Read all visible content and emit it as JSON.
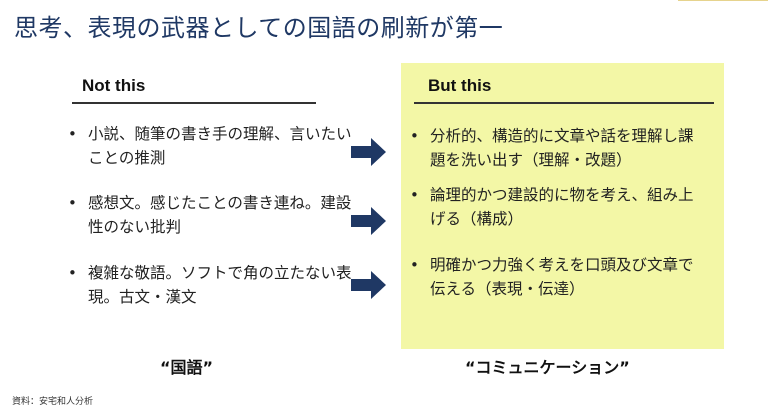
{
  "title": "思考、表現の武器としての国語の刷新が第一",
  "left": {
    "heading": "Not this",
    "bullets": [
      "小説、随筆の書き手の理解、言いたいことの推測",
      "感想文。感じたことの書き連ね。建設性のない批判",
      "複雑な敬語。ソフトで角の立たない表現。古文・漢文"
    ],
    "caption": "“国語”"
  },
  "right": {
    "heading": "But this",
    "bullets": [
      "分析的、構造的に文章や話を理解し課題を洗い出す（理解・改題）",
      "論理的かつ建設的に物を考え、組み上げる（構成）",
      "明確かつ力強く考えを口頭及び文章で伝える（表現・伝達）"
    ],
    "caption": "“コミュニケーション”"
  },
  "source": "資料：安宅和人分析",
  "colors": {
    "title": "#1f3864",
    "arrow": "#1f3864",
    "highlight_box": "#f3f7a6"
  },
  "icons": [
    "right-arrow-icon"
  ]
}
